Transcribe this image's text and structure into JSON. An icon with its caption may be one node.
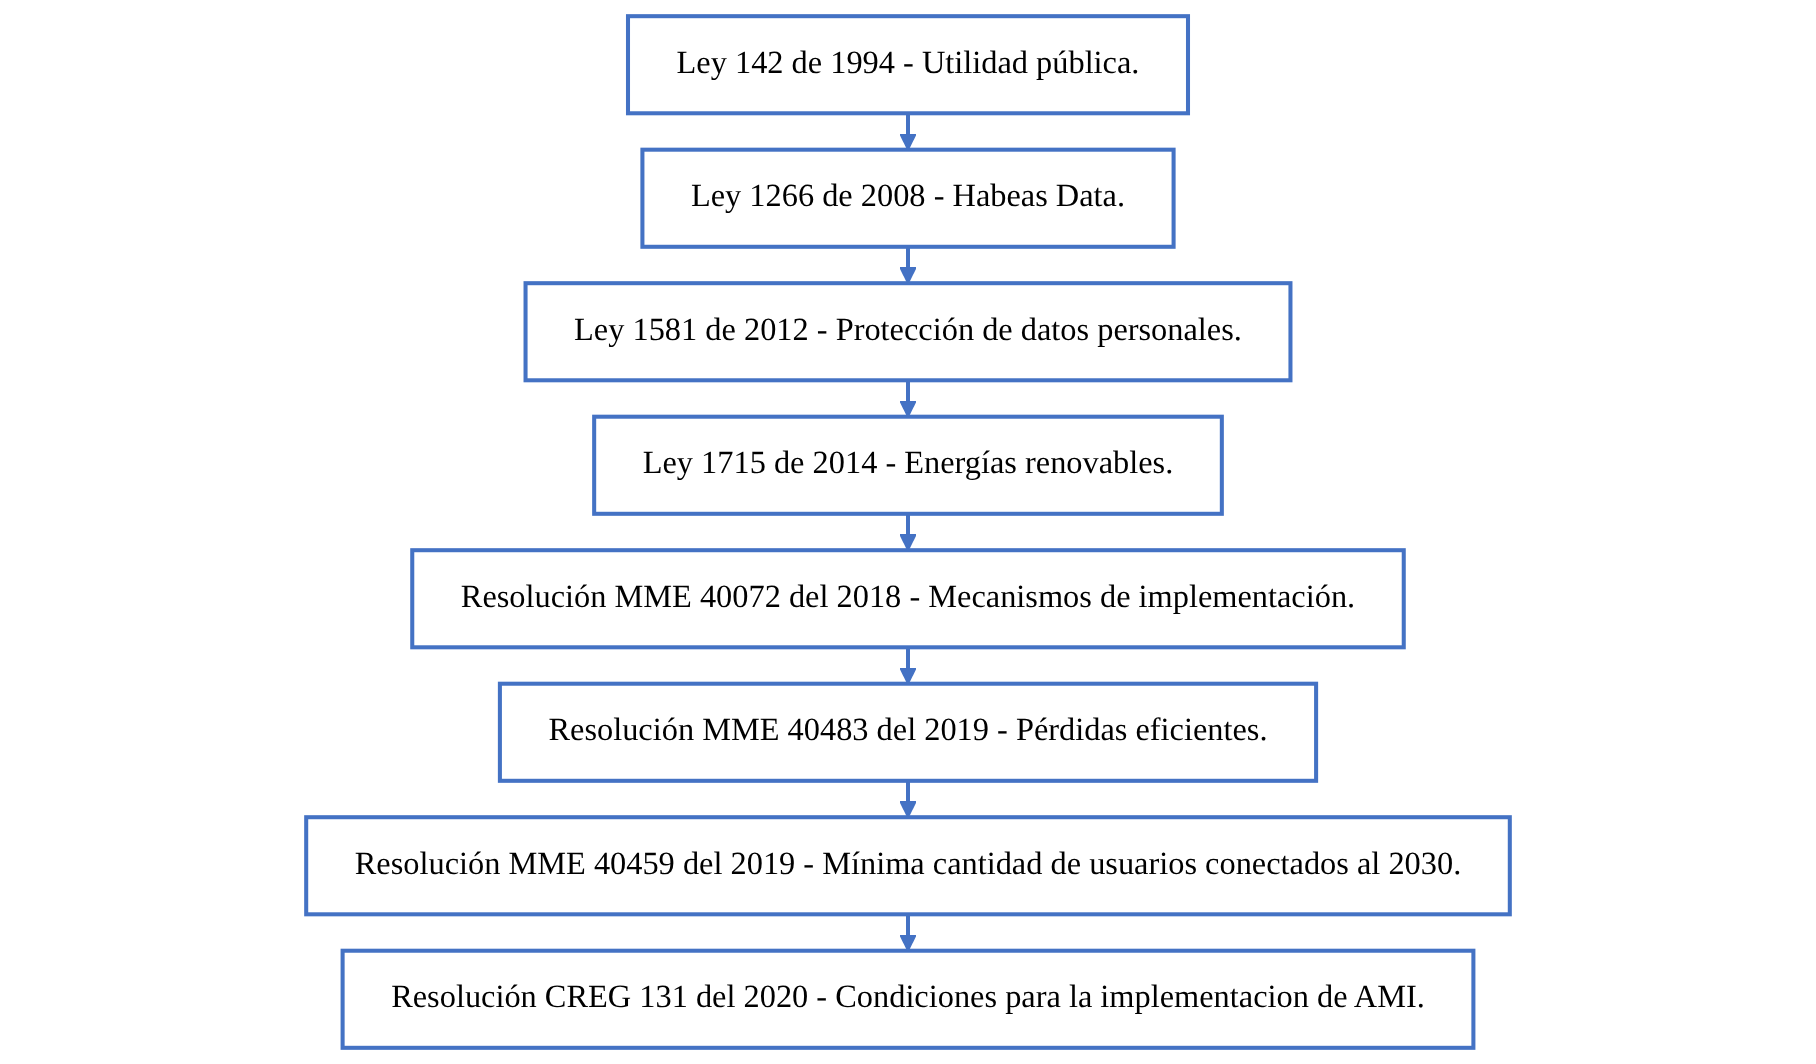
{
  "diagram": {
    "nodes": [
      {
        "text": [
          "Ley 142 de 1994 - Utilidad pública."
        ]
      },
      {
        "text": [
          "Ley 1266 de 2008 - Habeas Data."
        ]
      },
      {
        "text": [
          "Ley 1581 de 2012 - Protección de datos personales."
        ]
      },
      {
        "text": [
          "Ley 1715 de 2014 - Energías renovables."
        ]
      },
      {
        "text": [
          "Resolución MME 40072 del 2018 - Mecanismos de implementación."
        ]
      },
      {
        "text": [
          "Resolución MME 40483 del 2019 - Pérdidas eficientes."
        ]
      },
      {
        "text": [
          "Resolución MME 40459 del 2019 - Mínima cantidad de usuarios conectados al 2030."
        ]
      },
      {
        "text": [
          "Resolución CREG 131 del 2020 - Condiciones para la implementacion de AMI."
        ]
      }
    ],
    "edges": [
      {
        "from": 0,
        "to": 1,
        "arrow": "to"
      },
      {
        "from": 1,
        "to": 2,
        "arrow": "to"
      },
      {
        "from": 2,
        "to": 3,
        "arrow": "to"
      },
      {
        "from": 3,
        "to": 4,
        "arrow": "to"
      },
      {
        "from": 4,
        "to": 5,
        "arrow": "to"
      },
      {
        "from": 5,
        "to": 6,
        "arrow": "to"
      },
      {
        "from": 6,
        "to": 7,
        "arrow": "to"
      }
    ]
  }
}
